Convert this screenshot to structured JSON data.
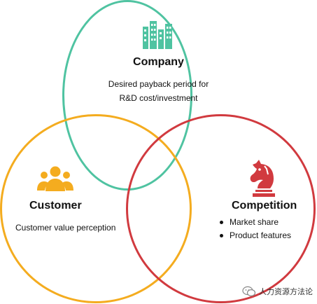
{
  "colors": {
    "company": "#4fc3a1",
    "customer": "#f4ac1f",
    "competition": "#d13a3f"
  },
  "company": {
    "icon": "building-icon",
    "title": "Company",
    "desc_line1": "Desired payback period for",
    "desc_line2": "R&D cost/investment"
  },
  "customer": {
    "icon": "users-group-icon",
    "title": "Customer",
    "desc": "Customer value perception"
  },
  "competition": {
    "icon": "chess-knight-icon",
    "title": "Competition",
    "items": [
      "Market share",
      "Product features"
    ]
  },
  "watermark": {
    "icon": "wechat-icon",
    "text": "人力资源方法论"
  }
}
